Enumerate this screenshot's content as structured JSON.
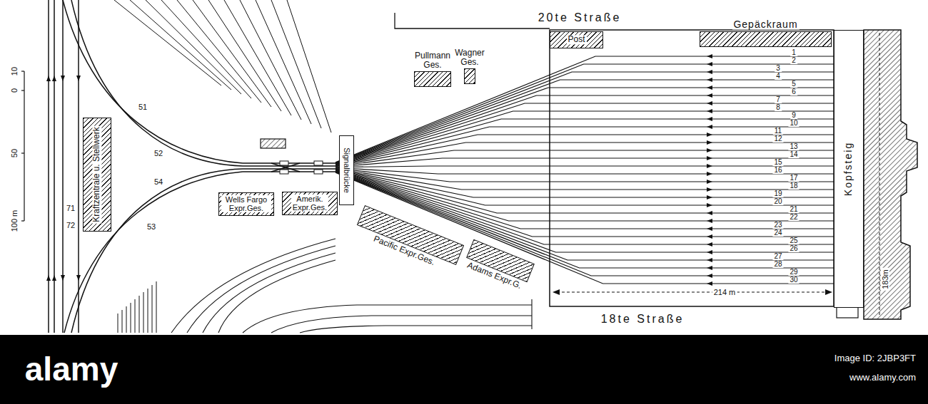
{
  "diagram": {
    "nodes": [
      {
        "text": [
          "Post"
        ]
      },
      {
        "text": [
          "Gepäckraum"
        ]
      },
      {
        "text": [
          "Pullmann Ges."
        ]
      },
      {
        "text": [
          "Wagner Ges."
        ]
      },
      {
        "text": [
          "Kraftzentrale u. Stellwerk"
        ]
      },
      {
        "text": [
          "Signalbrücke"
        ]
      },
      {
        "text": [
          "Wells Fargo Expr.Ges."
        ]
      },
      {
        "text": [
          "Amerik. Expr.Ges."
        ]
      },
      {
        "text": [
          "Pacific Expr.Ges."
        ]
      },
      {
        "text": [
          "Adams Expr.G."
        ]
      },
      {
        "text": [
          "Kopfsteig"
        ]
      }
    ],
    "labels": [
      "20te Straße",
      "1",
      "2",
      "3",
      "4",
      "5",
      "6",
      "7",
      "8",
      "9",
      "10",
      "11",
      "12",
      "13",
      "14",
      "15",
      "16",
      "17",
      "18",
      "19",
      "20",
      "21",
      "22",
      "23",
      "24",
      "25",
      "26",
      "27",
      "28",
      "29",
      "30",
      "51",
      "52",
      "54",
      "53",
      "71",
      "72",
      "10",
      "0",
      "50",
      "100 m",
      "214 m",
      "183m",
      "18te Straße",
      "alamy",
      "Image ID: 2JBP3FT",
      "www.alamy.com"
    ]
  }
}
